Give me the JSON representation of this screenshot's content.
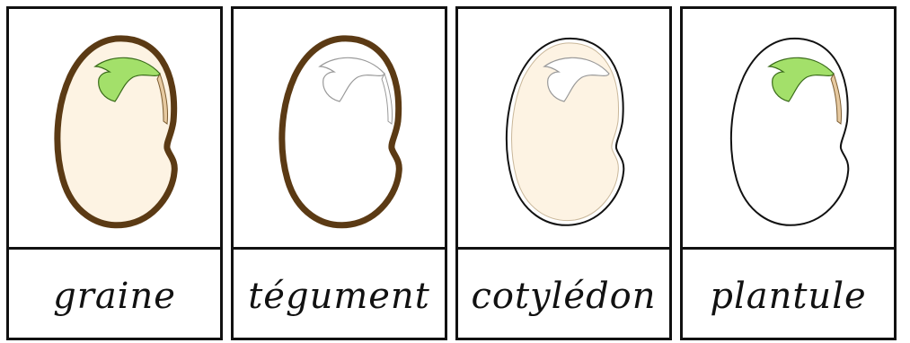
{
  "cards": [
    {
      "label": "graine"
    },
    {
      "label": "tégument"
    },
    {
      "label": "cotylédon"
    },
    {
      "label": "plantule"
    }
  ],
  "colors": {
    "seed_coat": "#5b3a14",
    "cotyledon_fill": "#fdf3e3",
    "plantule_green": "#a3e06a",
    "radicle_tan": "#e6c9a0",
    "outline": "#111111"
  },
  "icons": [
    "bean-seed-icon",
    "seed-coat-icon",
    "cotyledon-icon",
    "plantule-icon"
  ]
}
